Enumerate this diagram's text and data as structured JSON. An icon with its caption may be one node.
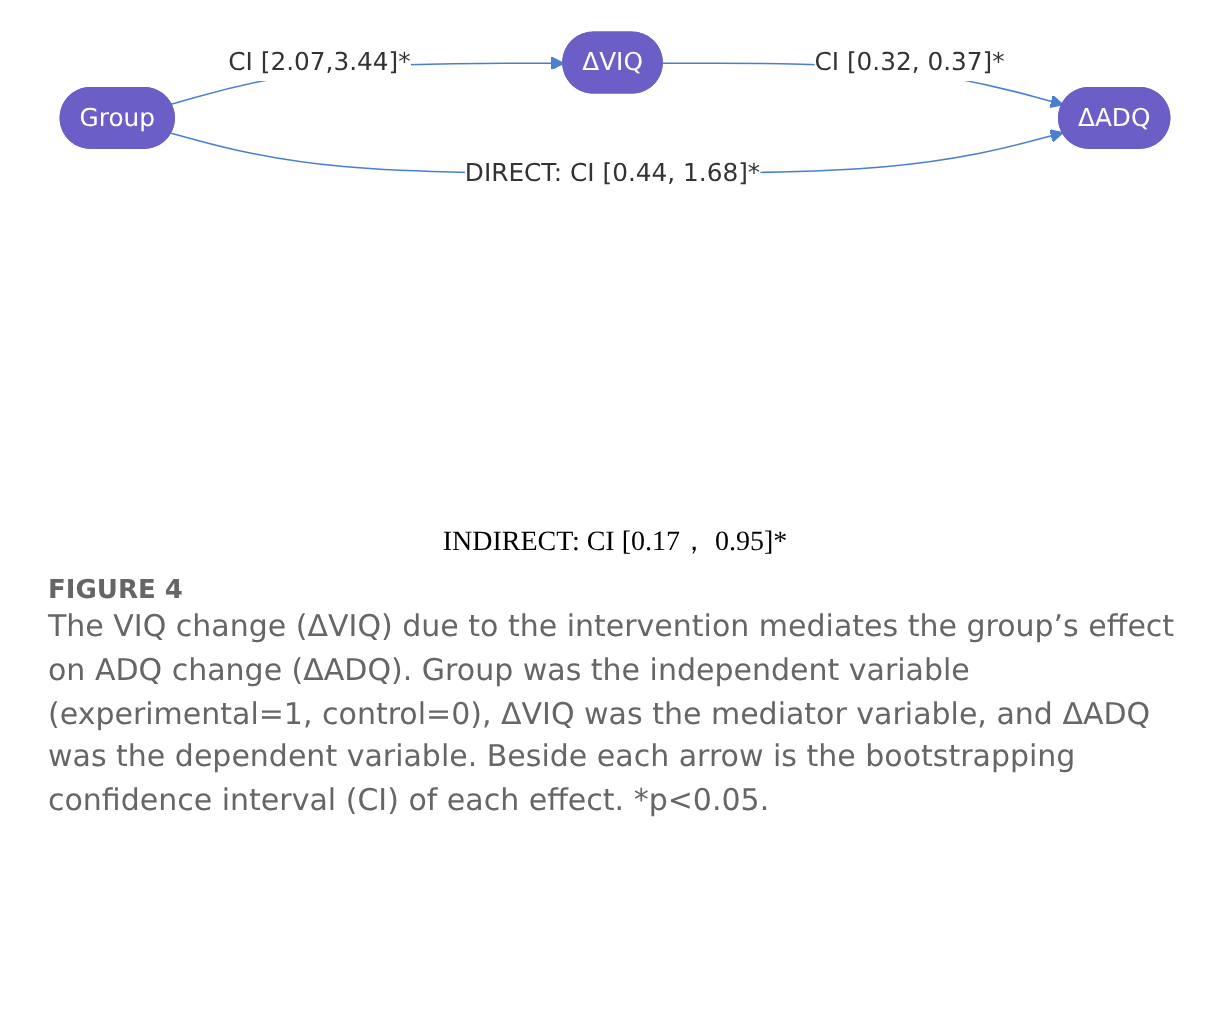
{
  "diagram": {
    "title": "FIGURE 4",
    "caption": "The VIQ change (ΔVIQ) due to the intervention mediates the group’s effect on ADQ change (ΔADQ). Group was the independent variable (experimental=1, control=0), ΔVIQ was the mediator variable, and ΔADQ was the dependent variable. Beside each arrow is the bootstrapping confidence interval (CI) of each effect. *p<0.05.",
    "nodes": [
      {
        "text": [
          "Group"
        ]
      },
      {
        "text": [
          "ΔVIQ"
        ]
      },
      {
        "text": [
          "ΔADQ"
        ]
      }
    ],
    "edges": [
      {
        "from": 0,
        "to": 1,
        "arrow": "to",
        "label": "CI [2.07,3.44]*"
      },
      {
        "from": 1,
        "to": 2,
        "arrow": "to",
        "label": "CI [0.32, 0.37]*"
      },
      {
        "from": 0,
        "to": 2,
        "arrow": "to",
        "label": "DIRECT: CI [0.44, 1.68]*"
      }
    ],
    "labels": [
      "INDIRECT: CI [0.17， 0.95]*"
    ]
  }
}
